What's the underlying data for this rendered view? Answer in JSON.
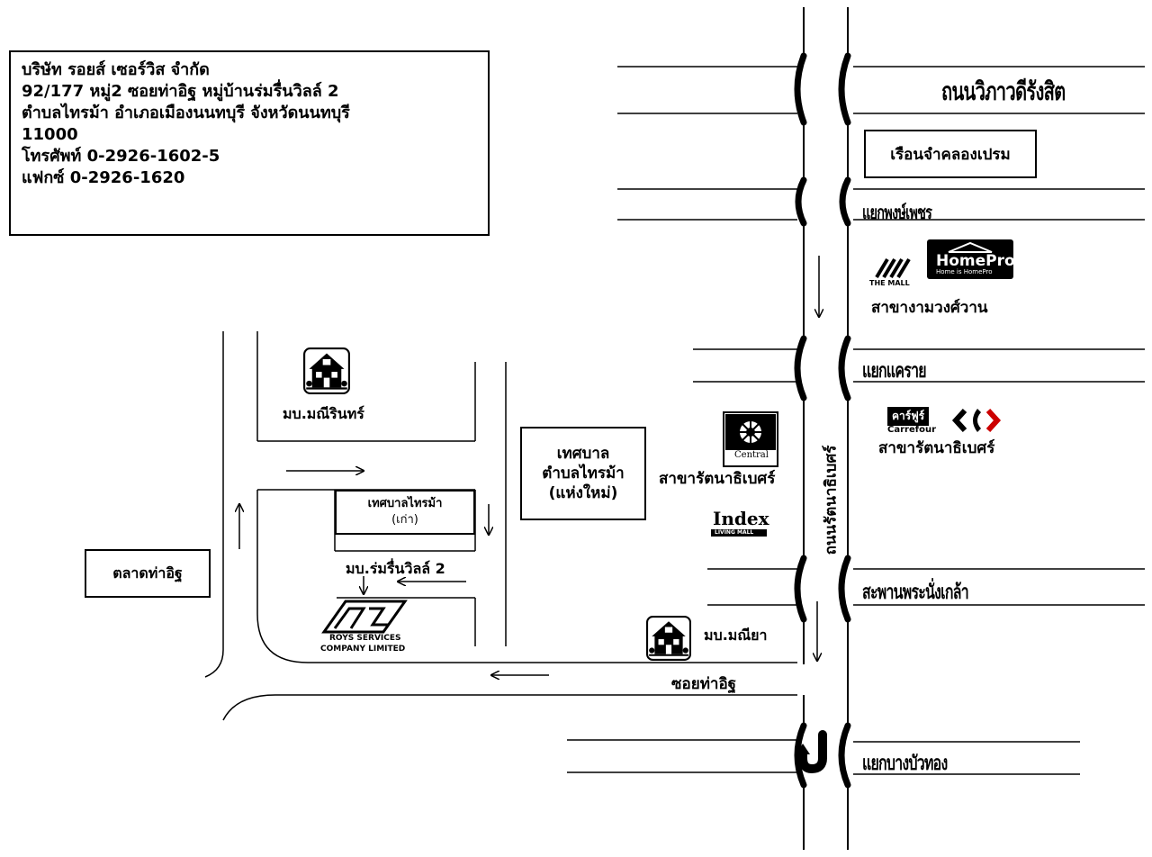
{
  "company": {
    "name": "บริษัท รอยส์ เซอร์วิส จำกัด",
    "address_line1": "92/177 หมู่2 ซอยท่าอิฐ หมู่บ้านร่มรื่นวิลล์ 2",
    "address_line2": "ตำบลไทรม้า อำเภอเมืองนนทบุรี จังหวัดนนทบุรี",
    "postcode": "11000",
    "phone": "โทรศัพท์ 0-2926-1602-5",
    "fax": "แฟกซ์ 0-2926-1620"
  },
  "roads": {
    "vibhavadi": "ถนนวิภาวดีรังสิต",
    "pong_phet": "แยกพงษ์เพชร",
    "khae_rai": "แยกแคราย",
    "phra_nang_klao": "สะพานพระนั่งเกล้า",
    "bang_bua_thong": "แยกบางบัวทอง",
    "rattanathibet": "ถนนรัตนาธิเบศร์",
    "soi_tha_it": "ซอยท่าอิฐ"
  },
  "places": {
    "prison": "เรือนจำคลองเปรม",
    "ngamwongwan": "สาขางามวงศ์วาน",
    "rattanathibet_branch_1": "สาขารัตนาธิเบศร์",
    "rattanathibet_branch_2": "สาขารัตนาธิเบศร์",
    "tessaban_new": [
      "เทศบาล",
      "ตำบลไทรม้า",
      "(แห่งใหม่)"
    ],
    "tessaban_old": [
      "เทศบาลไทรม้า",
      "(เก่า)"
    ],
    "market": "ตลาดท่าอิฐ",
    "village_manee_rin": "มบ.มณีรินทร์",
    "village_romruen": "มบ.ร่มรื่นวิลล์ 2",
    "village_manee_ya": "มบ.มณียา"
  },
  "logos": {
    "the_mall": "THE MALL",
    "homepro": "HomePro",
    "homepro_tagline": "Home is HomePro",
    "central": "Central",
    "carrefour_thai": "คาร์ฟูร์",
    "carrefour": "Carrefour",
    "index": "Index",
    "index_sub": "LIVING MALL",
    "roys_line1": "ROYS SERVICES",
    "roys_line2": "COMPANY LIMITED"
  },
  "colors": {
    "ink": "#000000",
    "paper": "#ffffff",
    "carrefour_red": "#cc0000"
  }
}
